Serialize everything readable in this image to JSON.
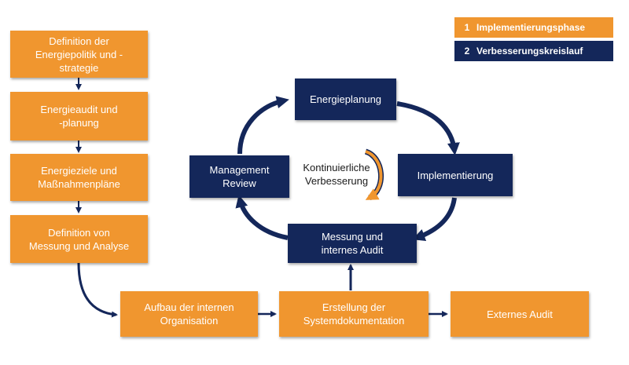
{
  "legend": [
    {
      "number": "1",
      "label": "Implementierungsphase",
      "color": "#f0962f"
    },
    {
      "number": "2",
      "label": "Verbesserungskreislauf",
      "color": "#14275a"
    }
  ],
  "phase1": {
    "policy": "Definition der\nEnergiepolitik und -\nstrategie",
    "audit": "Energieaudit und\n-planung",
    "goals": "Energieziele und\nMaßnahmenpläne",
    "measurement": "Definition von\nMessung und Analyse",
    "organisation": "Aufbau der internen\nOrganisation",
    "documentation": "Erstellung der\nSystemdokumentation",
    "external_audit": "Externes Audit"
  },
  "cycle": {
    "planning": "Energieplanung",
    "implementation": "Implementierung",
    "measurement": "Messung und\ninternes Audit",
    "review": "Management\nReview",
    "center": "Kontinuierliche\nVerbesserung"
  },
  "colors": {
    "orange": "#f0962f",
    "navy": "#14275a",
    "arrow": "#14275a",
    "center_arrow": "#f0962f"
  }
}
